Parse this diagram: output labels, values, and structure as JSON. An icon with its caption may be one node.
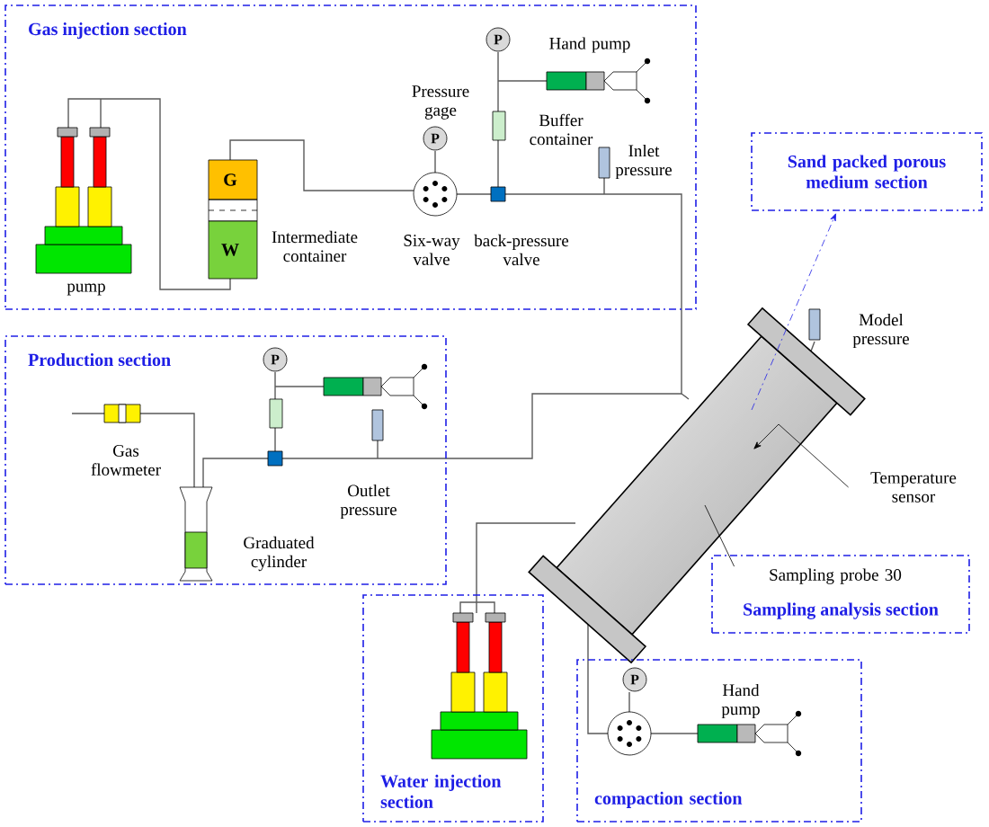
{
  "diagram": {
    "nodes": [
      {
        "text": [
          "Gas injection section"
        ]
      },
      {
        "text": [
          "Production section"
        ]
      },
      {
        "text": [
          "Sand packed porous medium section"
        ]
      },
      {
        "text": [],
        "shape": "cylinder"
      },
      {
        "text": [
          "Temperature sensor"
        ]
      },
      {
        "text": [
          "Sampling analysis section"
        ]
      },
      {
        "text": [
          "Sampling probe 30"
        ],
        "in": 5
      },
      {
        "text": [
          "Water injection section"
        ]
      },
      {
        "text": [
          "compaction section"
        ]
      }
    ],
    "edges": [
      {
        "from": 3,
        "to": 2,
        "arrow": "to",
        "style": "dashed",
        "color": "#1f1fe6"
      },
      {
        "from": 4,
        "to": 3,
        "arrow": "to"
      },
      {
        "from": 6,
        "to": 3,
        "arrow": "none"
      }
    ],
    "labels": [
      "P",
      "Hand pump",
      "Pressure gage",
      "Buffer container",
      "P",
      "G",
      "Inlet pressure",
      "W",
      "Intermediate container",
      "Six-way valve",
      "back-pressure valve",
      "pump",
      "Model pressure",
      "P",
      "Gas flowmeter",
      "Outlet pressure",
      "Graduated cylinder",
      "P",
      "Hand pump"
    ]
  }
}
